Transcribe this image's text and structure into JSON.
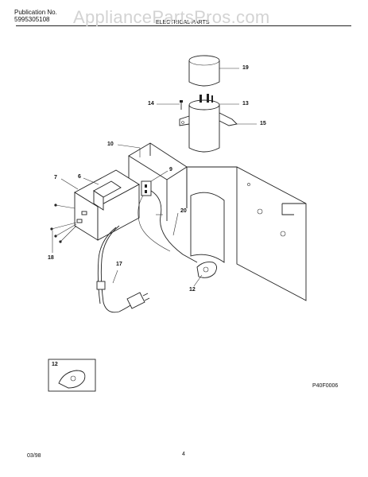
{
  "header": {
    "pub_label": "Publication No.",
    "pub_number": "5995305108",
    "section_title": "ELECTRICAL PARTS"
  },
  "watermark": "AppliancePartsPros.com",
  "callouts": [
    "19",
    "14",
    "13",
    "15",
    "10",
    "7",
    "6",
    "9",
    "20",
    "18",
    "17",
    "12"
  ],
  "inset_callout": "12",
  "diagram_code": "P40F0006",
  "footer": {
    "date": "03/98",
    "page": "4"
  }
}
